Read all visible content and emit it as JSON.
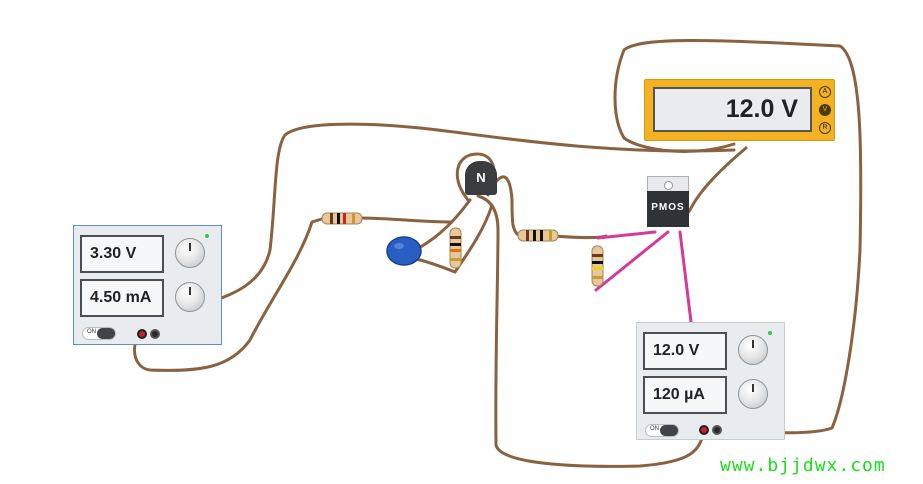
{
  "left_supply": {
    "voltage": "3.30 V",
    "current": "4.50 mA",
    "on_label": "ON"
  },
  "right_supply": {
    "voltage": "12.0 V",
    "current": "120 µA",
    "on_label": "ON"
  },
  "multimeter": {
    "reading": "12.0 V",
    "modes": [
      "A",
      "V",
      "R"
    ],
    "active_mode": "V"
  },
  "npn": {
    "label": "N"
  },
  "pmos": {
    "label": "PMOS"
  },
  "watermark": "www.bjjdwx.com",
  "colors": {
    "wire_brown": "#8a6240",
    "wire_magenta": "#d43a9a",
    "meter_yellow": "#f4b223",
    "watermark_green": "#19e019"
  }
}
